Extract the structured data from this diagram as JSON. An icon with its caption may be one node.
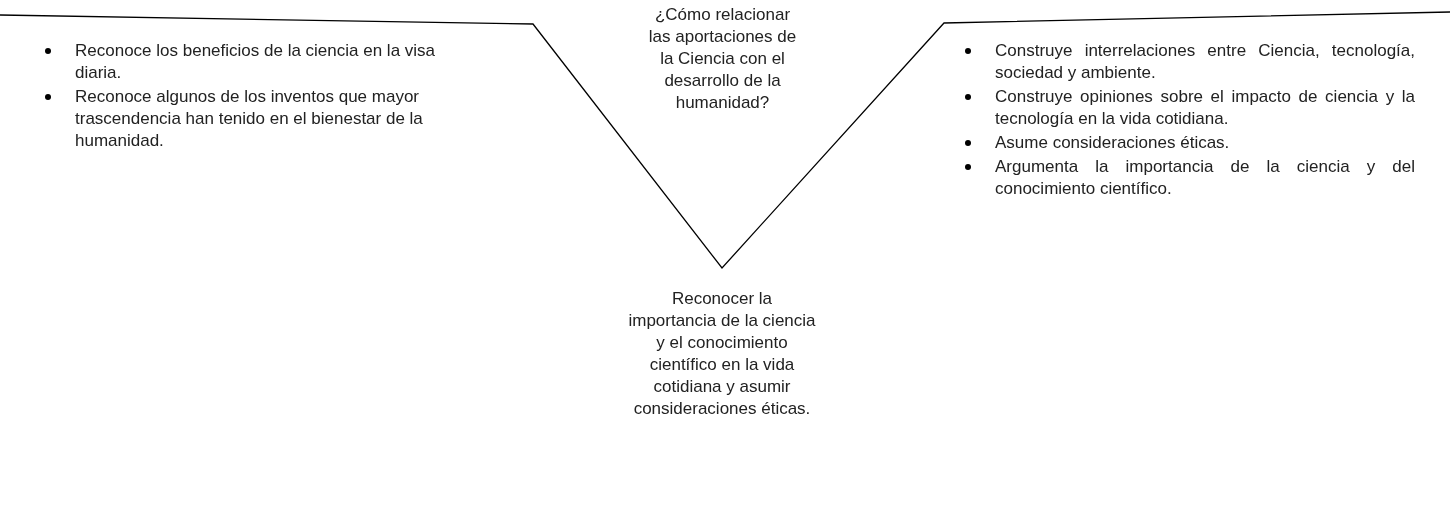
{
  "diagram": {
    "labels": [
      "Reconoce los beneficios de la ciencia en la visa diaria.",
      "Reconoce algunos de los inventos que mayor trascendencia han tenido en el bienestar de la humanidad.",
      "¿Cómo relacionar las aportaciones de la Ciencia con el desarrollo de la humanidad?",
      "Construye interrelaciones entre Ciencia, tecnología, sociedad y ambiente.",
      "Construye opiniones sobre el impacto de ciencia y la tecnología en la vida cotidiana.",
      "Asume consideraciones éticas.",
      "Argumenta la importancia de la ciencia y del conocimiento científico.",
      "Reconocer la importancia de la ciencia y el conocimiento científico en la vida cotidiana y asumir consideraciones éticas."
    ]
  }
}
